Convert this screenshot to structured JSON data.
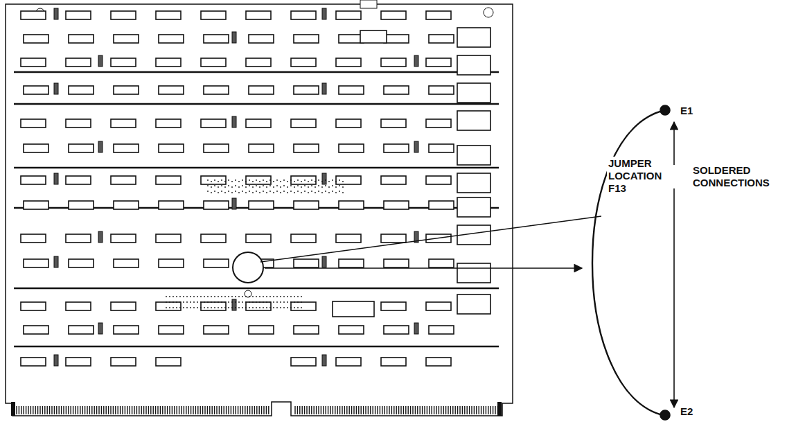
{
  "diagram": {
    "labels": [
      "JUMPER LOCATION F13",
      "E1",
      "SOLDERED CONNECTIONS",
      "E2"
    ]
  }
}
